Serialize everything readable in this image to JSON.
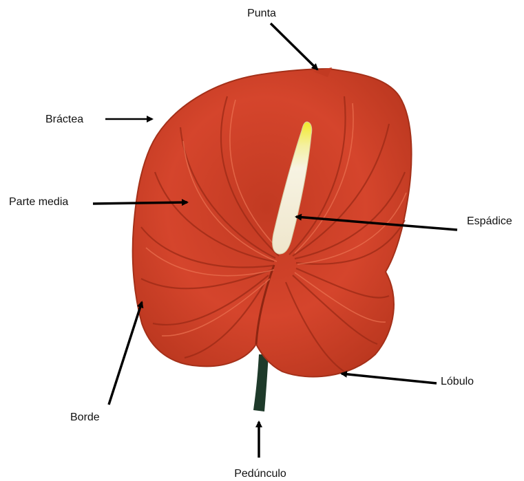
{
  "labels": {
    "punta": "Punta",
    "bractea": "Bráctea",
    "parte_media": "Parte media",
    "espadice": "Espádice",
    "borde": "Borde",
    "lobulo": "Lóbulo",
    "pedunculo": "Pedúnculo"
  },
  "colors": {
    "spathe": "#d5452c",
    "spathe_dark": "#9c2a16",
    "spathe_light": "#e8694a",
    "spadix": "#f6f0d6",
    "spadix_tip": "#f2ea2a",
    "stem": "#1e3a2a",
    "arrow": "#000000"
  }
}
